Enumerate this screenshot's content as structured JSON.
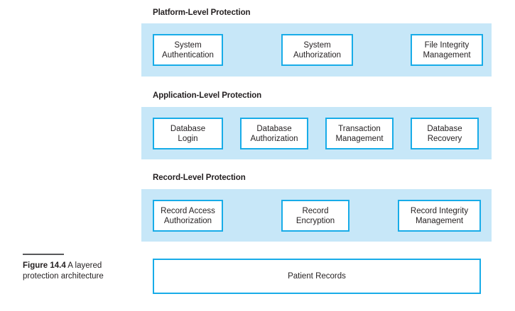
{
  "figure": {
    "label": "Figure 14.4",
    "title": "A layered protection architecture"
  },
  "colors": {
    "band_fill": "#c7e7f8",
    "box_border": "#18ace8",
    "box_shadow": "#73d1f2",
    "box_fill": "#ffffff",
    "text": "#231f20",
    "caption_rule": "#58595b"
  },
  "layers": [
    {
      "heading": "Platform-Level Protection",
      "boxes": [
        {
          "line1": "System",
          "line2": "Authentication"
        },
        {
          "line1": "System",
          "line2": "Authorization"
        },
        {
          "line1": "File Integrity",
          "line2": "Management"
        }
      ]
    },
    {
      "heading": "Application-Level Protection",
      "boxes": [
        {
          "line1": "Database",
          "line2": "Login"
        },
        {
          "line1": "Database",
          "line2": "Authorization"
        },
        {
          "line1": "Transaction",
          "line2": "Management"
        },
        {
          "line1": "Database",
          "line2": "Recovery"
        }
      ]
    },
    {
      "heading": "Record-Level Protection",
      "boxes": [
        {
          "line1": "Record Access",
          "line2": "Authorization"
        },
        {
          "line1": "Record",
          "line2": "Encryption"
        },
        {
          "line1": "Record Integrity",
          "line2": "Management"
        }
      ]
    }
  ],
  "base": {
    "label": "Patient Records"
  }
}
